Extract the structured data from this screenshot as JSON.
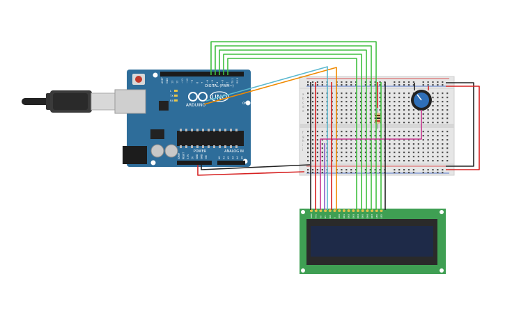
{
  "arduino": {
    "digital_header": "DIGITAL (PWM~)",
    "brand": "ARDUINO",
    "model": "UNO",
    "power_header": "POWER",
    "analog_header": "ANALOG IN",
    "pin_labels": [
      "AREF",
      "GND",
      "13",
      "12",
      "~11",
      "~10",
      "~9",
      "8",
      "7",
      "~6",
      "~5",
      "4",
      "~3",
      "2",
      "TX 1",
      "RX 0"
    ],
    "led_labels": [
      "L",
      "TX",
      "RX"
    ],
    "on_label": "ON",
    "power_pins": [
      "IOREF",
      "RESET",
      "3.3V",
      "5V",
      "GND",
      "GND",
      "VIN"
    ],
    "analog_pins": [
      "A0",
      "A1",
      "A2",
      "A3",
      "A4",
      "A5"
    ]
  },
  "lcd": {
    "pin_labels": [
      "GND",
      "VCC",
      "V0",
      "RS",
      "RW",
      "E",
      "DB0",
      "DB1",
      "DB2",
      "DB3",
      "DB4",
      "DB5",
      "DB6",
      "DB7",
      "LED",
      "LED"
    ]
  },
  "breadboard": {
    "row_letters": [
      "a",
      "b",
      "c",
      "d",
      "e",
      "f",
      "g",
      "h",
      "i",
      "j"
    ]
  },
  "colors": {
    "arduino_board": "#2e6d9a",
    "lcd_pcb": "#3f9f53",
    "lcd_screen": "#1e2a48",
    "breadboard": "#e6e6e6",
    "wire_green": "#3fbf3f",
    "wire_red": "#d62020",
    "wire_black": "#222222",
    "wire_orange": "#f08a00",
    "wire_cyan": "#5ab8cf",
    "wire_magenta": "#c7378f",
    "wire_purple": "#8a5cc7"
  }
}
